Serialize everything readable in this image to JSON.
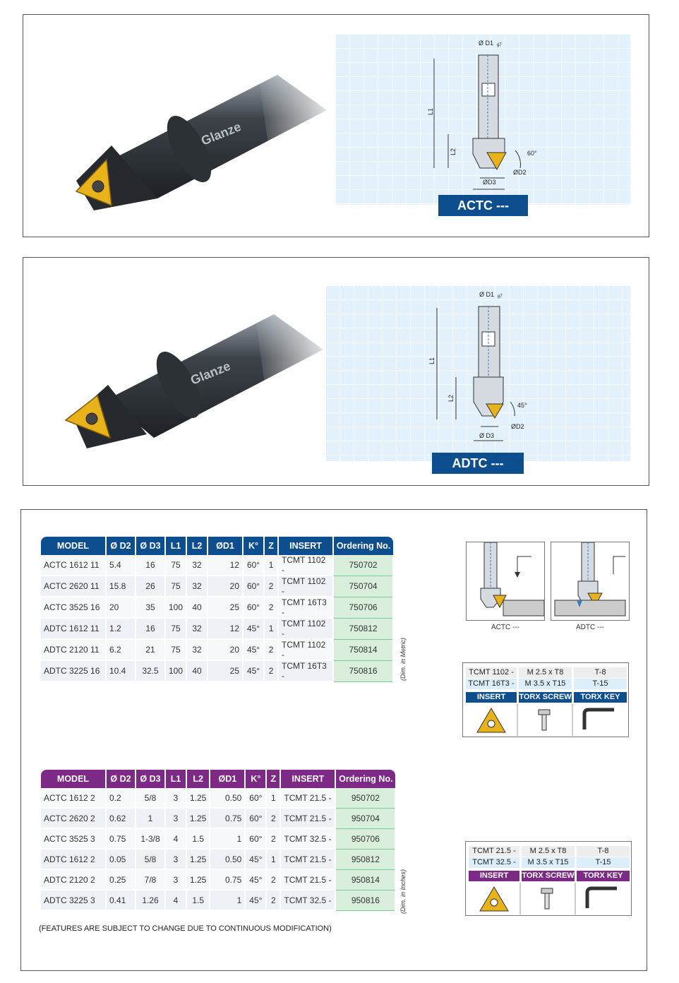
{
  "actc_panel": {
    "banner": "ACTC ---",
    "brand": "Glanze",
    "dims": {
      "d1": "Ø D1",
      "d1_sub": "g7",
      "l1": "L1",
      "l2": "L2",
      "angle": "60°",
      "d2": "ØD2",
      "d3": "ØD3"
    }
  },
  "adtc_panel": {
    "banner": "ADTC ---",
    "brand": "Glanze",
    "dims": {
      "d1": "Ø D1",
      "d1_sub": "g7",
      "l1": "L1",
      "l2": "L2",
      "angle": "45°",
      "d2": "ØD2",
      "d3": "Ø D3"
    }
  },
  "table_headers": [
    "MODEL",
    "Ø D2",
    "Ø D3",
    "L1",
    "L2",
    "ØD1",
    "K°",
    "Z",
    "INSERT",
    "Ordering No."
  ],
  "metric_table": {
    "unit_note": "(Dim. in Metric)",
    "rows": [
      [
        "ACTC 1612 11",
        "5.4",
        "16",
        "75",
        "32",
        "12",
        "60°",
        "1",
        "TCMT 1102 -",
        "750702"
      ],
      [
        "ACTC 2620 11",
        "15.8",
        "26",
        "75",
        "32",
        "20",
        "60°",
        "2",
        "TCMT 1102 -",
        "750704"
      ],
      [
        "ACTC 3525 16",
        "20",
        "35",
        "100",
        "40",
        "25",
        "60°",
        "2",
        "TCMT 16T3 -",
        "750706"
      ],
      [
        "ADTC 1612 11",
        "1.2",
        "16",
        "75",
        "32",
        "12",
        "45°",
        "1",
        "TCMT 1102 -",
        "750812"
      ],
      [
        "ADTC 2120 11",
        "6.2",
        "21",
        "75",
        "32",
        "20",
        "45°",
        "2",
        "TCMT 1102 -",
        "750814"
      ],
      [
        "ADTC 3225 16",
        "10.4",
        "32.5",
        "100",
        "40",
        "25",
        "45°",
        "2",
        "TCMT 16T3 -",
        "750816"
      ]
    ]
  },
  "inch_table": {
    "unit_note": "(Dim. in Inches)",
    "rows": [
      [
        "ACTC 1612 2",
        "0.2",
        "5/8",
        "3",
        "1.25",
        "0.50",
        "60°",
        "1",
        "TCMT 21.5 -",
        "950702"
      ],
      [
        "ACTC 2620 2",
        "0.62",
        "1",
        "3",
        "1.25",
        "0.75",
        "60°",
        "2",
        "TCMT 21.5 -",
        "950704"
      ],
      [
        "ACTC 3525 3",
        "0.75",
        "1-3/8",
        "4",
        "1.5",
        "1",
        "60°",
        "2",
        "TCMT 32.5 -",
        "950706"
      ],
      [
        "ADTC 1612 2",
        "0.05",
        "5/8",
        "3",
        "1.25",
        "0.50",
        "45°",
        "1",
        "TCMT 21.5 -",
        "950812"
      ],
      [
        "ADTC 2120 2",
        "0.25",
        "7/8",
        "3",
        "1.25",
        "0.75",
        "45°",
        "2",
        "TCMT 21.5 -",
        "950814"
      ],
      [
        "ADTC 3225 3",
        "0.41",
        "1.26",
        "4",
        "1.5",
        "1",
        "45°",
        "2",
        "TCMT 32.5 -",
        "950816"
      ]
    ]
  },
  "application": {
    "actc_caption": "ACTC ---",
    "adtc_caption": "ADTC ---"
  },
  "parts_metric": {
    "rows": [
      [
        "TCMT 1102 -",
        "M 2.5 x T8",
        "T-8"
      ],
      [
        "TCMT 16T3 -",
        "M 3.5 x T15",
        "T-15"
      ]
    ],
    "headers": [
      "INSERT",
      "TORX SCREW",
      "TORX KEY"
    ]
  },
  "parts_inch": {
    "rows": [
      [
        "TCMT 21.5 -",
        "M 2.5 x T8",
        "T-8"
      ],
      [
        "TCMT 32.5 -",
        "M 3.5 x T15",
        "T-15"
      ]
    ],
    "headers": [
      "INSERT",
      "TORX SCREW",
      "TORX KEY"
    ]
  },
  "footnote": "(FEATURES ARE SUBJECT TO CHANGE DUE TO CONTINUOUS MODIFICATION)",
  "colors": {
    "metric_header": "#0d4f8e",
    "inch_header": "#7d2a86",
    "ordering_bg": "#d9efdb",
    "insert_gold": "#e8b21a"
  }
}
